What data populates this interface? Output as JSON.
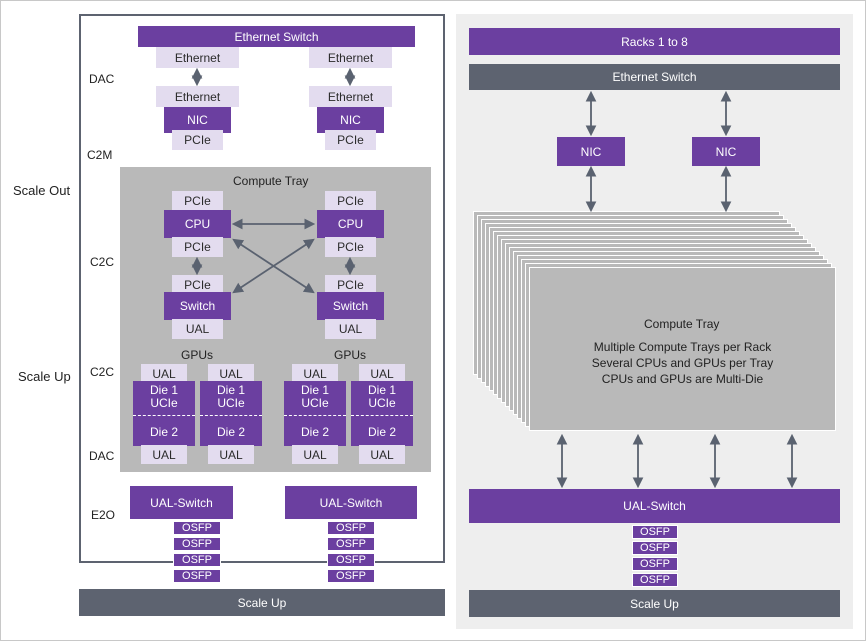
{
  "left": {
    "side_labels": {
      "scale_out": "Scale Out",
      "scale_up": "Scale Up"
    },
    "row_labels": {
      "dac1": "DAC",
      "c2m": "C2M",
      "c2c1": "C2C",
      "c2c2": "C2C",
      "dac2": "DAC",
      "e2o": "E2O"
    },
    "ethernet_switch": "Ethernet Switch",
    "ethernet": "Ethernet",
    "nic": "NIC",
    "pcie": "PCIe",
    "compute_tray": "Compute Tray",
    "cpu": "CPU",
    "switch": "Switch",
    "ual": "UAL",
    "gpus": "GPUs",
    "die1": "Die 1",
    "ucie": "UCIe",
    "die2": "Die 2",
    "ual_switch": "UAL-Switch",
    "osfp": "OSFP",
    "bottom_bar": "Scale Up"
  },
  "right": {
    "racks": "Racks 1 to 8",
    "ethernet_switch": "Ethernet Switch",
    "nic": "NIC",
    "compute_tray_title": "Compute Tray",
    "compute_lines": [
      "Multiple Compute Trays per Rack",
      "Several CPUs and GPUs per Tray",
      "CPUs and GPUs are Multi-Die"
    ],
    "ual_switch": "UAL-Switch",
    "osfp": "OSFP",
    "bottom_bar": "Scale Up"
  },
  "colors": {
    "purple": "#6b3fa0",
    "lavender": "#e3dcef",
    "slate": "#5d6370",
    "gray_panel": "#eeeeee",
    "tray_gray": "#b9b9b9",
    "arrow": "#5a6270"
  }
}
